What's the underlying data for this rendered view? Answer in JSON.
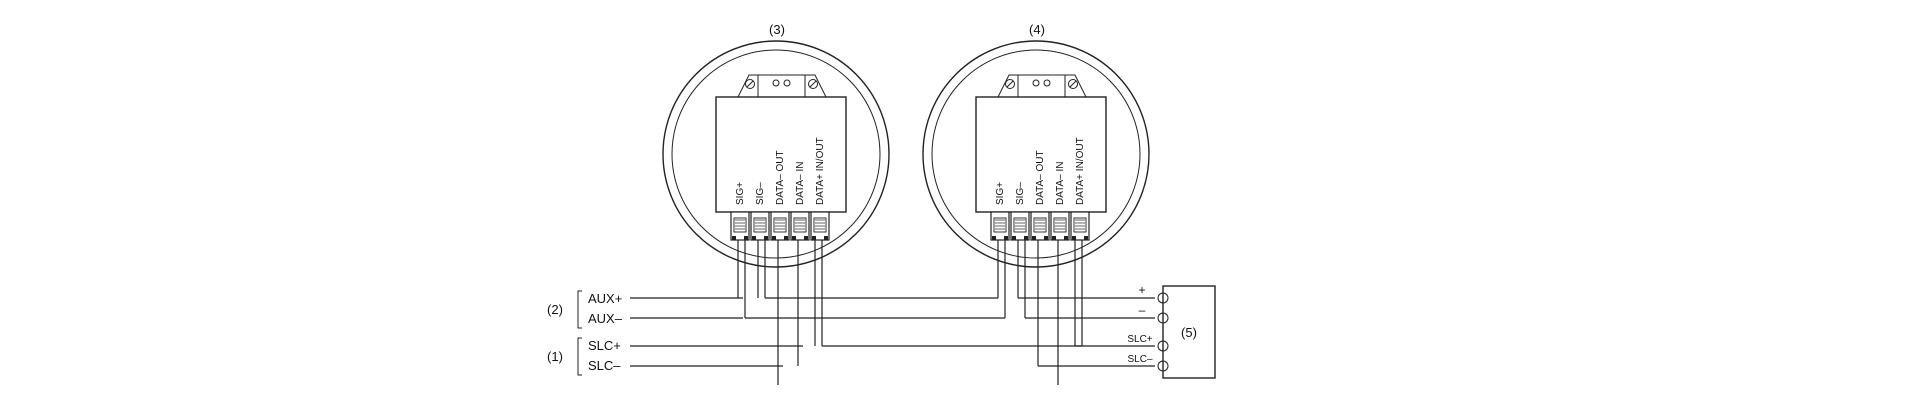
{
  "callouts": {
    "c1": "(1)",
    "c2": "(2)",
    "c3": "(3)",
    "c4": "(4)",
    "c5": "(5)"
  },
  "left_labels": {
    "aux_plus": "AUX+",
    "aux_minus": "AUX–",
    "slc_plus": "SLC+",
    "slc_minus": "SLC–"
  },
  "terminal_labels": {
    "t1": "SIG+",
    "t2": "SIG–",
    "t3": "DATA– OUT",
    "t4": "DATA– IN",
    "t5": "DATA+ IN/OUT"
  },
  "right_labels": {
    "plus": "+",
    "minus": "–",
    "slc_plus": "SLC+",
    "slc_minus": "SLC–"
  }
}
